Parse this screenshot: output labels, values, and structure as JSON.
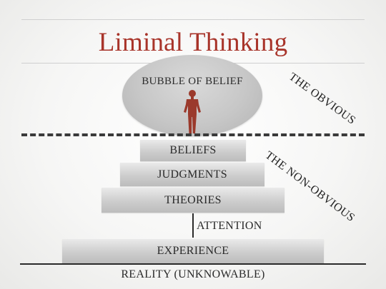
{
  "title": "Liminal Thinking",
  "bubble_label": "BUBBLE OF BELIEF",
  "side_labels": {
    "obvious": "THE OBVIOUS",
    "non_obvious": "THE NON-OBVIOUS"
  },
  "pyramid": {
    "beliefs": "BELIEFS",
    "judgments": "JUDGMENTS",
    "theories": "THEORIES",
    "attention": "ATTENTION",
    "experience": "EXPERIENCE"
  },
  "reality": "REALITY (UNKNOWABLE)",
  "colors": {
    "title": "#a8342a",
    "figure": "#9b3a2c",
    "line": "#2a2a2a"
  }
}
